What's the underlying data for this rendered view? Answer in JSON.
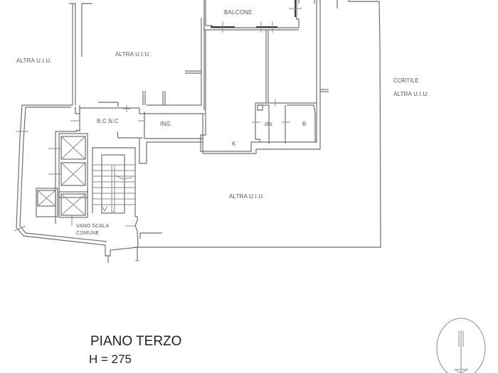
{
  "plan": {
    "title": "PIANO TERZO",
    "height_label": "H = 275"
  },
  "rooms": {
    "altra_uiu_left": "ALTRA U.I.U.",
    "altra_uiu_top": "ALTRA U.I.U.",
    "balcone": "BALCONE",
    "cortile": "CORTILE",
    "cortile_altra_uiu": "ALTRA U.I.U.",
    "bcnc": "B.C.N.C",
    "ing": "ING.",
    "dis": "dis",
    "bagno": "B",
    "cucina": "K",
    "altra_uiu_bottom": "ALTRA U.I.U.",
    "vano_scala_1": "VANO SCALA",
    "vano_scala_2": "COMUNE"
  },
  "symbols": {
    "north_arrow": "north-arrow-icon"
  },
  "colors": {
    "wall": "#6e6e6e",
    "text": "#555555",
    "background": "#ffffff"
  }
}
